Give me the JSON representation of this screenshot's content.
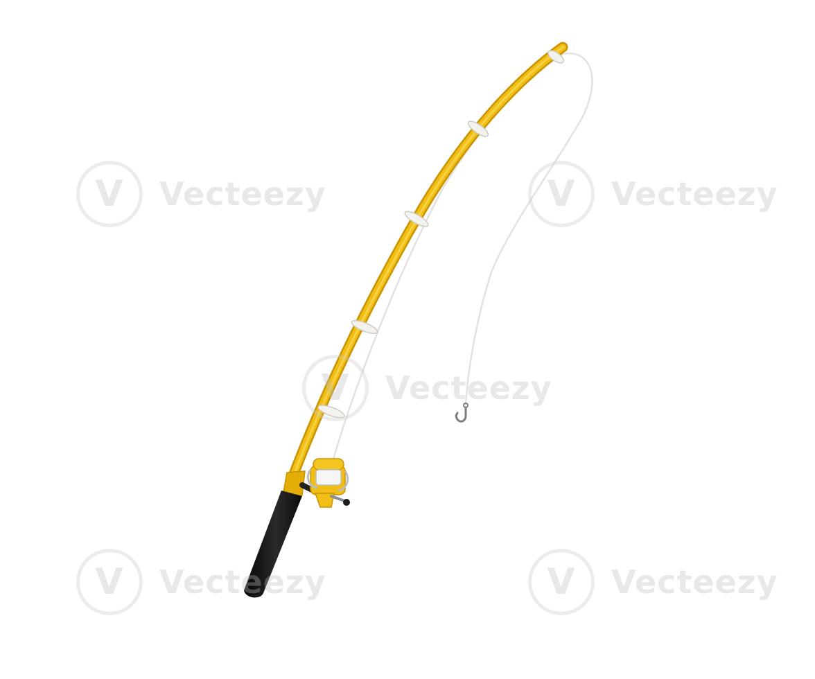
{
  "image": {
    "subject": "fishing-rod-with-reel-and-hook",
    "background_color": "#ffffff"
  },
  "watermark": {
    "text": "Vecteezy",
    "logo_glyph": "V"
  },
  "colors": {
    "rod": "#f0be14",
    "rod_shadow": "#c99400",
    "handle": "#141414",
    "guides": "#f4f2ee",
    "line": "#e2e2e2",
    "hook": "#7a7d82",
    "reel_metal": "#b9bec6"
  }
}
